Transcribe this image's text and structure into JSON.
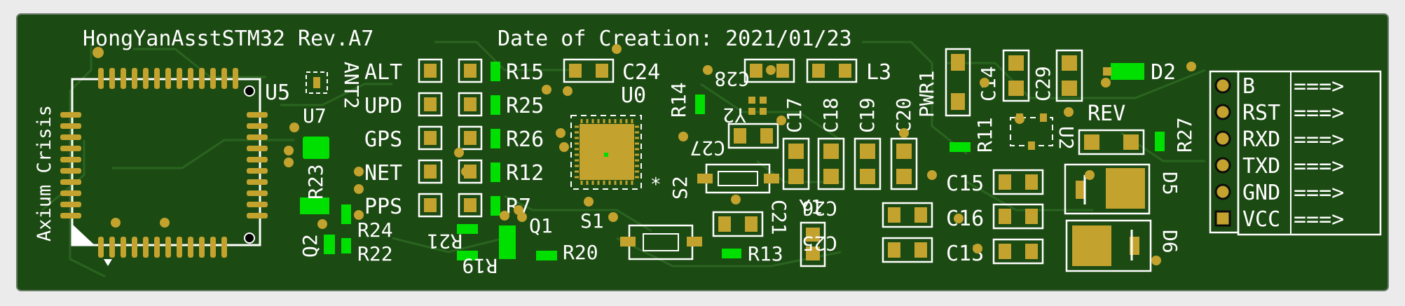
{
  "board": {
    "title": "HongYanAsstSTM32 Rev.A7",
    "date_text": "Date of Creation: 2021/01/23",
    "vertical_label": "Axium Crisis",
    "colors": {
      "pcb": "#1c4a13",
      "trace": "#245a1c",
      "silk": "#ffffff",
      "pad": "#c3a22e",
      "smd_green": "#00e000",
      "background": "#ebebeb"
    }
  },
  "leds": [
    "ALT",
    "UPD",
    "GPS",
    "NET",
    "PPS"
  ],
  "led_resistors": [
    "R15",
    "R25",
    "R26",
    "R12",
    "R7"
  ],
  "designators": {
    "u5": "U5",
    "u7": "U7",
    "ant2": "ANT2",
    "r23": "R23",
    "q2": "Q2",
    "r24": "R24",
    "r22": "R22",
    "r21": "R21",
    "r19": "R19",
    "q1": "Q1",
    "r20": "R20",
    "s1": "S1",
    "c24": "C24",
    "u0": "U0",
    "r14": "R14",
    "c28": "C28",
    "y2": "Y2",
    "c27": "C27",
    "s2": "S2",
    "c21": "C21",
    "r13": "R13",
    "y1": "Y1",
    "c26": "C26",
    "c25": "C25",
    "c17": "C17",
    "c18": "C18",
    "c19": "C19",
    "c20": "C20",
    "l3": "L3",
    "pwr1": "PWR1",
    "c14": "C14",
    "c29": "C29",
    "d2": "D2",
    "r11": "R11",
    "u2": "U2",
    "rev": "REV",
    "r27": "R27",
    "c15": "C15",
    "c16": "C16",
    "c13": "C13",
    "d5": "D5",
    "d6": "D6"
  },
  "header_pins": [
    {
      "label": "B",
      "arrow": "===>"
    },
    {
      "label": "RST",
      "arrow": "===>"
    },
    {
      "label": "RXD",
      "arrow": "===>"
    },
    {
      "label": "TXD",
      "arrow": "===>"
    },
    {
      "label": "GND",
      "arrow": "===>"
    },
    {
      "label": "VCC",
      "arrow": "===>"
    }
  ]
}
